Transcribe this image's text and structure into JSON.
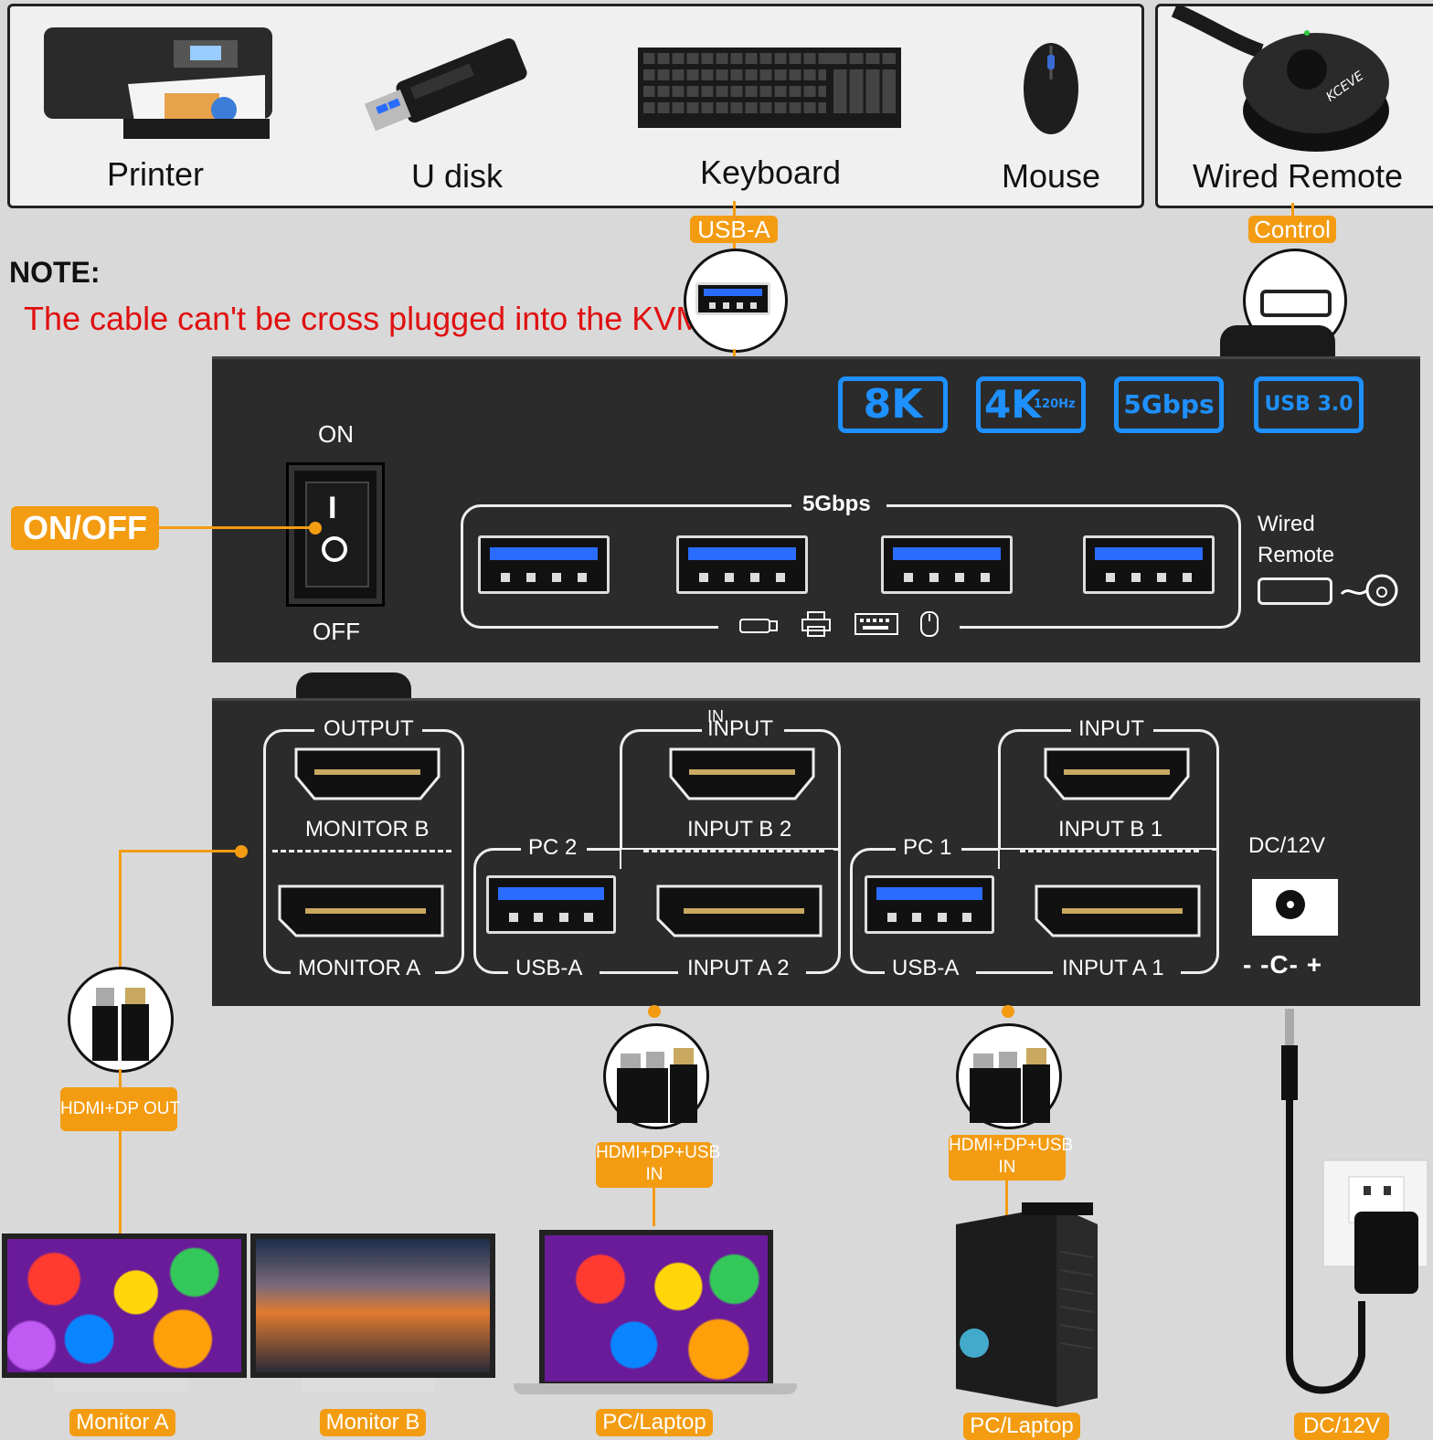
{
  "devices": {
    "printer": "Printer",
    "udisk": "U disk",
    "keyboard": "Keyboard",
    "mouse": "Mouse",
    "wired_remote": "Wired Remote"
  },
  "tags": {
    "usb_a": "USB-A",
    "control": "Control",
    "on_off": "ON/OFF",
    "hdmi_dp_out": "HDMI+DP OUT",
    "hdmi_dp_usb_in_1_line1": "HDMI+DP+USB",
    "hdmi_dp_usb_in_1_line2": "IN",
    "hdmi_dp_usb_in_2_line1": "HDMI+DP+USB",
    "hdmi_dp_usb_in_2_line2": "IN",
    "monitor_a": "Monitor A",
    "monitor_b": "Monitor B",
    "pc_laptop_1": "PC/Laptop",
    "pc_laptop_2": "PC/Laptop",
    "dc_12v": "DC/12V"
  },
  "note": {
    "title": "NOTE:",
    "text": "The cable can't be cross plugged into the KVM."
  },
  "front_panel": {
    "on": "ON",
    "off": "OFF",
    "switch_on_symbol": "I",
    "switch_off_symbol": "O",
    "badges": [
      "8K",
      "4K",
      "120Hz",
      "5Gbps",
      "USB 3.0"
    ],
    "usb_group_label": "5Gbps",
    "wired_remote_line1": "Wired",
    "wired_remote_line2": "Remote"
  },
  "rear_panel": {
    "output": "OUTPUT",
    "monitor_b": "MONITOR B",
    "monitor_a": "MONITOR A",
    "input_2": "INPUT",
    "input_2_overprint": "IN",
    "input_b2": "INPUT B 2",
    "input_a2": "INPUT A 2",
    "pc2": "PC 2",
    "usb_a_2": "USB-A",
    "input_1": "INPUT",
    "input_b1": "INPUT B 1",
    "input_a1": "INPUT A 1",
    "pc1": "PC 1",
    "usb_a_1": "USB-A",
    "dc12v": "DC/12V",
    "polarity": "- -C- +"
  },
  "remote_brand": "KCEVE",
  "colors": {
    "accent_orange": "#f39c12",
    "badge_blue": "#1e90ff",
    "note_red": "#e01010",
    "panel": "#2b2b2b"
  }
}
